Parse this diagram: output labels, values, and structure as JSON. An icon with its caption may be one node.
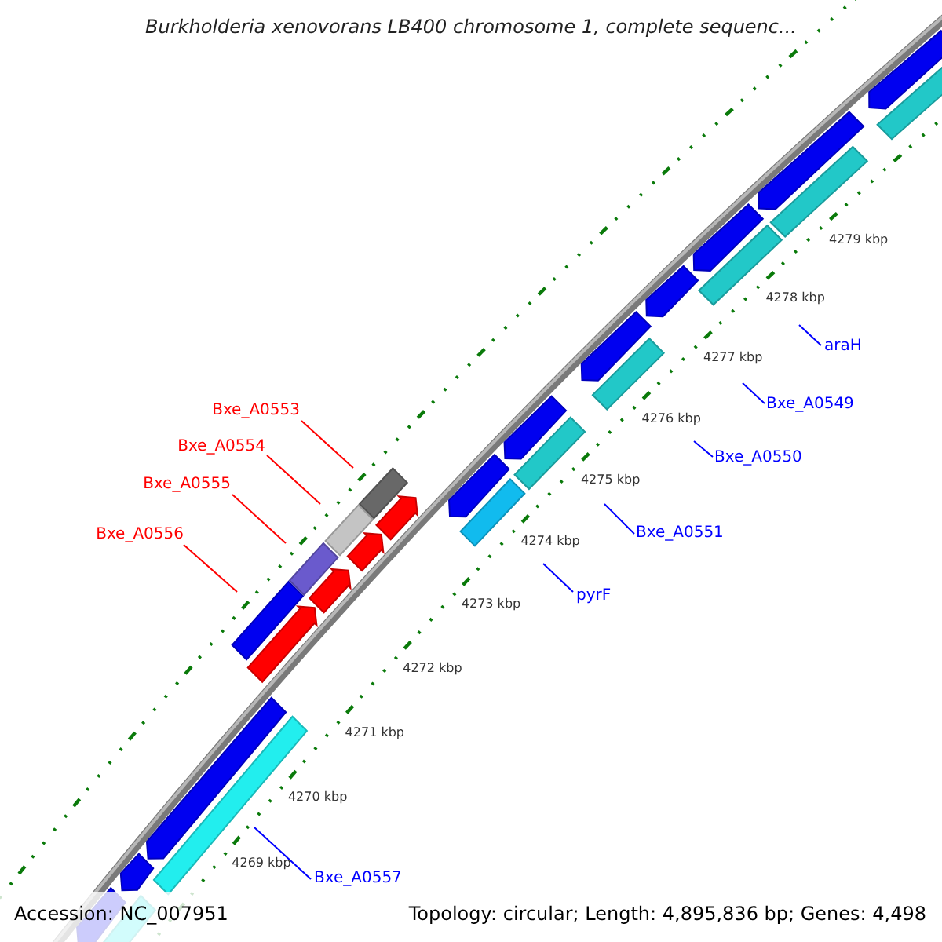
{
  "diagram": {
    "title": "Burkholderia xenovorans LB400 chromosome 1, complete sequenc...",
    "nodes": [
      {
        "text": [
          "Bxe_A0553"
        ]
      },
      {
        "text": [
          "Bxe_A0554"
        ]
      },
      {
        "text": [
          "Bxe_A0555"
        ]
      },
      {
        "text": [
          "Bxe_A0556"
        ]
      },
      {
        "text": [
          "araH"
        ]
      },
      {
        "text": [
          "Bxe_A0549"
        ]
      },
      {
        "text": [
          "Bxe_A0550"
        ]
      },
      {
        "text": [
          "Bxe_A0551"
        ]
      },
      {
        "text": [
          "pyrF"
        ]
      },
      {
        "text": [
          "Bxe_A0557"
        ]
      }
    ],
    "edges": [
      {
        "from": 0,
        "to": null,
        "arrow": "none",
        "color": "#ff0000"
      },
      {
        "from": 1,
        "to": null,
        "arrow": "none",
        "color": "#ff0000"
      },
      {
        "from": 2,
        "to": null,
        "arrow": "none",
        "color": "#ff0000"
      },
      {
        "from": 3,
        "to": null,
        "arrow": "none",
        "color": "#ff0000"
      },
      {
        "from": 4,
        "to": null,
        "arrow": "none"
      },
      {
        "from": 5,
        "to": null,
        "arrow": "none"
      },
      {
        "from": 6,
        "to": null,
        "arrow": "none"
      },
      {
        "from": 7,
        "to": null,
        "arrow": "none"
      },
      {
        "from": 8,
        "to": null,
        "arrow": "none"
      },
      {
        "from": 9,
        "to": null,
        "arrow": "none"
      }
    ],
    "labels": [
      "4279 kbp",
      "4278 kbp",
      "4277 kbp",
      "4276 kbp",
      "4275 kbp",
      "4274 kbp",
      "4273 kbp",
      "4272 kbp",
      "4271 kbp",
      "4270 kbp",
      "4269 kbp",
      "Accession: NC_007951",
      "Topology: circular; Length: 4,895,836 bp; Genes: 4,498"
    ]
  }
}
